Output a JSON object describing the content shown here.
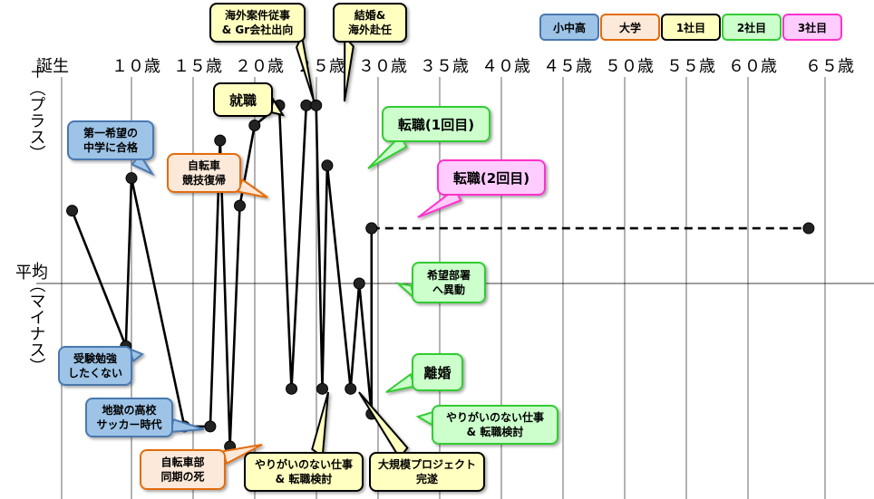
{
  "chart_data": {
    "type": "line",
    "title": "",
    "ages": [
      "誕生",
      "１０歳",
      "１５歳",
      "２０歳",
      "２５歳",
      "３０歳",
      "３５歳",
      "４０歳",
      "４５歳",
      "５０歳",
      "５５歳",
      "６０歳",
      "６５歳"
    ],
    "ages_num": [
      0,
      10,
      15,
      20,
      25,
      30,
      35,
      40,
      45,
      50,
      55,
      60,
      65
    ],
    "y_labels": {
      "plus": "＋（プラス）",
      "average": "平均",
      "minus": "－（マイナス）"
    },
    "ylim": [
      -10,
      10
    ],
    "grid": true,
    "legend_position": "top-right",
    "legend": [
      {
        "name": "小中高",
        "fill": "#9dc3e6",
        "border": "#4a78b0"
      },
      {
        "name": "大学",
        "fill": "#fde9d9",
        "border": "#e36c0a"
      },
      {
        "name": "1社目",
        "fill": "#ffffc0",
        "border": "#000000"
      },
      {
        "name": "2社目",
        "fill": "#ccffcc",
        "border": "#33cc33"
      },
      {
        "name": "3社目",
        "fill": "#ffccff",
        "border": "#ff33cc"
      }
    ],
    "series": [
      {
        "style": "solid",
        "points": [
          [
            1.5,
            2.9
          ],
          [
            9.2,
            -2.5
          ],
          [
            10.0,
            4.2
          ],
          [
            14.3,
            -5.7
          ],
          [
            16.4,
            -5.7
          ],
          [
            17.2,
            5.7
          ],
          [
            18.0,
            -6.5
          ],
          [
            18.8,
            3.1
          ],
          [
            20.0,
            6.3
          ],
          [
            22.0,
            7.1
          ],
          [
            23.0,
            -4.2
          ],
          [
            24.2,
            7.1
          ],
          [
            25.0,
            7.1
          ],
          [
            25.5,
            -4.2
          ],
          [
            25.9,
            4.7
          ],
          [
            27.8,
            -4.2
          ],
          [
            28.5,
            0.0
          ],
          [
            29.5,
            -5.2
          ],
          [
            29.5,
            2.2
          ]
        ]
      },
      {
        "style": "dashed",
        "points": [
          [
            29.5,
            2.2
          ],
          [
            65.0,
            2.2
          ]
        ]
      }
    ],
    "annotations": [
      {
        "text": [
          "第一希望の",
          "中学に合格"
        ],
        "group": "小中高"
      },
      {
        "text": [
          "受験勉強",
          "したくない"
        ],
        "group": "小中高"
      },
      {
        "text": [
          "地獄の高校",
          "サッカー時代"
        ],
        "group": "小中高"
      },
      {
        "text": [
          "自転車",
          "競技復帰"
        ],
        "group": "大学"
      },
      {
        "text": [
          "自転車部",
          "同期の死"
        ],
        "group": "大学"
      },
      {
        "text": [
          "就職"
        ],
        "group": "1社目"
      },
      {
        "text": [
          "海外案件従事",
          "& Gr会社出向"
        ],
        "group": "1社目"
      },
      {
        "text": [
          "結婚&",
          "海外赴任"
        ],
        "group": "1社目"
      },
      {
        "text": [
          "やりがいのない仕事",
          "& 転職検討"
        ],
        "group": "1社目"
      },
      {
        "text": [
          "大規模プロジェクト",
          "完遂"
        ],
        "group": "1社目"
      },
      {
        "text": [
          "転職(1回目)"
        ],
        "group": "2社目"
      },
      {
        "text": [
          "希望部署",
          "へ異動"
        ],
        "group": "2社目"
      },
      {
        "text": [
          "離婚"
        ],
        "group": "2社目"
      },
      {
        "text": [
          "やりがいのない仕事",
          "& 転職検討"
        ],
        "group": "2社目"
      },
      {
        "text": [
          "転職(2回目)"
        ],
        "group": "3社目"
      }
    ]
  }
}
